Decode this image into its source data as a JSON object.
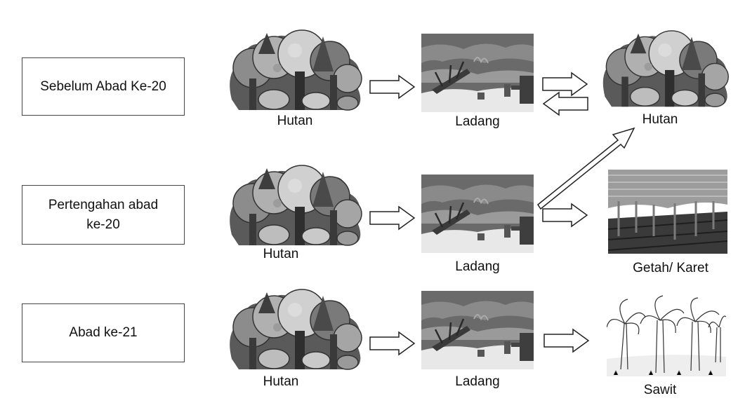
{
  "periods": [
    {
      "label": "Sebelum Abad Ke-20"
    },
    {
      "label": "Pertengahan abad ke-20"
    },
    {
      "label": "Abad ke-21"
    }
  ],
  "labels": {
    "forest": "Hutan",
    "field": "Ladang",
    "rubber": "Getah/ Karet",
    "palm": "Sawit"
  },
  "colors": {
    "forest_dark": "#4a4a4a",
    "forest_mid": "#8a8a8a",
    "forest_light": "#c8c8c8",
    "sky": "#6e6e6e",
    "ground": "#e6e6e6",
    "rubber_ground": "#2e2e2e",
    "outline": "#222222"
  },
  "icons": [
    "forest-illustration",
    "burned-field-illustration",
    "rubber-plantation-illustration",
    "oil-palm-illustration",
    "arrow-right-icon",
    "arrow-left-icon",
    "arrow-diagonal-icon"
  ]
}
